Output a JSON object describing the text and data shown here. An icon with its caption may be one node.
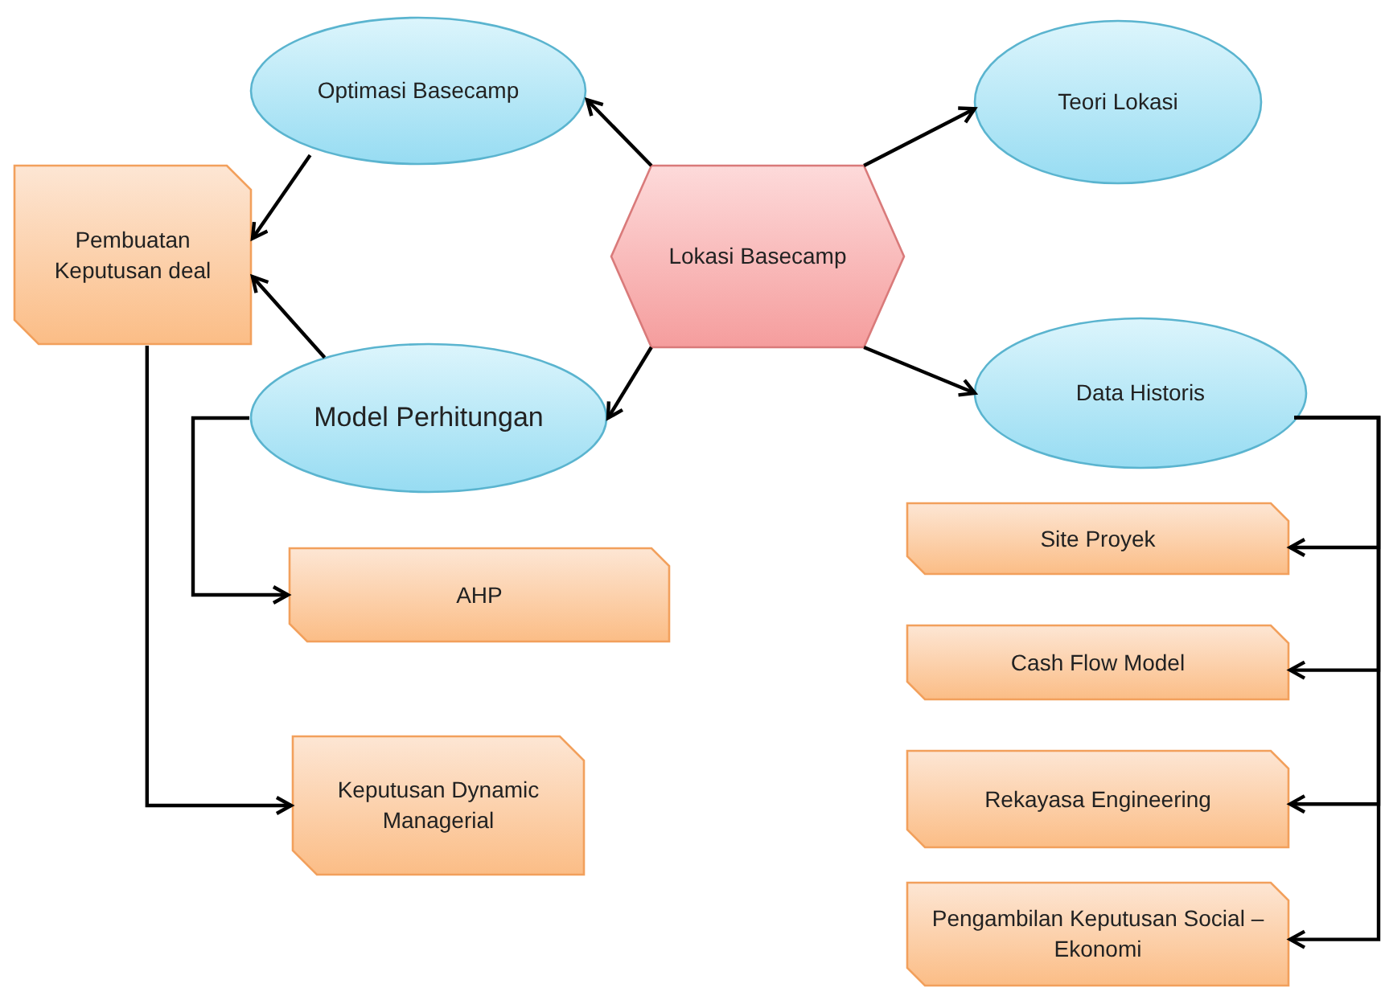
{
  "diagram": {
    "nodes": [
      {
        "text": [
          "Optimasi Basecamp"
        ]
      },
      {
        "text": [
          "Teori Lokasi"
        ]
      },
      {
        "text": [
          "Pembuatan Keputusan deal"
        ]
      },
      {
        "text": [
          "Lokasi Basecamp"
        ]
      },
      {
        "text": [
          "Model Perhitungan"
        ]
      },
      {
        "text": [
          "Data Historis"
        ]
      },
      {
        "text": [
          "AHP"
        ]
      },
      {
        "text": [
          "Site Proyek"
        ]
      },
      {
        "text": [
          "Keputusan Dynamic Managerial"
        ]
      },
      {
        "text": [
          "Cash Flow Model"
        ]
      },
      {
        "text": [
          "Rekayasa Engineering"
        ]
      },
      {
        "text": [
          "Pengambilan Keputusan Social – Ekonomi"
        ]
      }
    ],
    "edges": [
      {
        "from": 3,
        "to": 0,
        "arrow": "to"
      },
      {
        "from": 3,
        "to": 1,
        "arrow": "to"
      },
      {
        "from": 3,
        "to": 4,
        "arrow": "to"
      },
      {
        "from": 3,
        "to": 5,
        "arrow": "to"
      },
      {
        "from": 0,
        "to": 2,
        "arrow": "to"
      },
      {
        "from": 4,
        "to": 2,
        "arrow": "to"
      },
      {
        "from": 4,
        "to": 6,
        "arrow": "to"
      },
      {
        "from": 2,
        "to": 8,
        "arrow": "to"
      },
      {
        "from": 5,
        "to": 7,
        "arrow": "to"
      },
      {
        "from": 5,
        "to": 9,
        "arrow": "to"
      },
      {
        "from": 5,
        "to": 10,
        "arrow": "to"
      },
      {
        "from": 5,
        "to": 11,
        "arrow": "to"
      }
    ]
  }
}
